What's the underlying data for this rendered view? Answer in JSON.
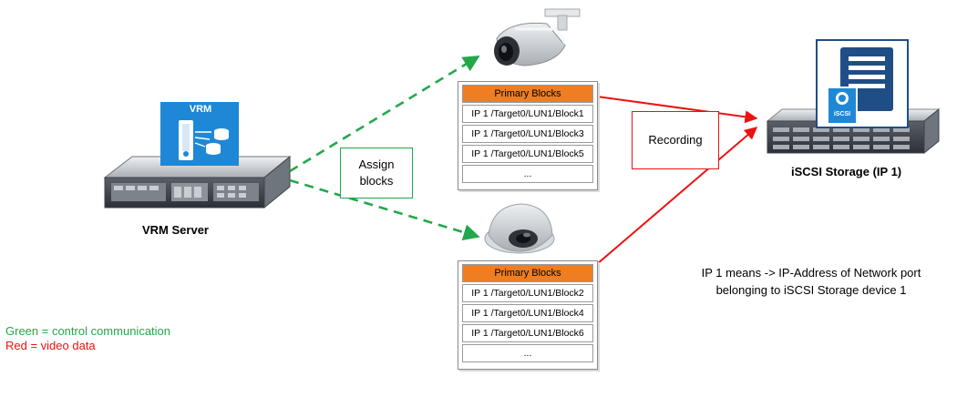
{
  "vrm_server": {
    "badge": "VRM",
    "label": "VRM Server"
  },
  "assign_box": {
    "line1": "Assign",
    "line2": "blocks"
  },
  "recording_box": {
    "label": "Recording"
  },
  "storage": {
    "badge": "iSCSI",
    "label": "iSCSI Storage (IP 1)"
  },
  "table_top": {
    "header": "Primary Blocks",
    "rows": [
      "IP 1 /Target0/LUN1/Block1",
      "IP 1 /Target0/LUN1/Block3",
      "IP 1 /Target0/LUN1/Block5",
      "..."
    ]
  },
  "table_bottom": {
    "header": "Primary Blocks",
    "rows": [
      "IP 1 /Target0/LUN1/Block2",
      "IP 1 /Target0/LUN1/Block4",
      "IP 1 /Target0/LUN1/Block6",
      "..."
    ]
  },
  "note": {
    "line1": "IP 1 means -> IP-Address of Network port",
    "line2": "belonging to iSCSI Storage device 1"
  },
  "legend": {
    "green": "Green = control communication",
    "red": "Red = video data"
  },
  "colors": {
    "green": "#22a84a",
    "red": "#ee1111",
    "orange": "#ef7d22",
    "blue": "#1e88d6",
    "navy": "#1f4e86"
  }
}
